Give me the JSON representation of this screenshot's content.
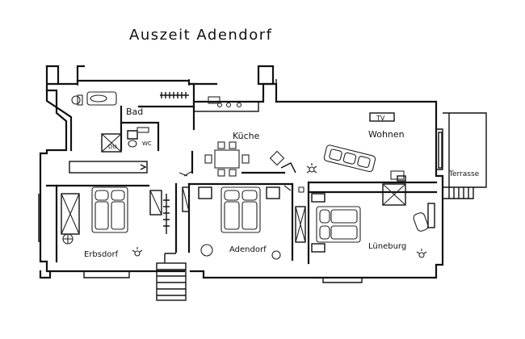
{
  "title": "Auszeit Adendorf",
  "rooms": {
    "bad": "Bad",
    "wc": "WC",
    "du": "DU",
    "kueche": "Küche",
    "wohnen": "Wohnen",
    "tv": "TV",
    "terrasse": "Terrasse",
    "erbsdorf": "Erbsdorf",
    "adendorf": "Adendorf",
    "lueneburg": "Lüneburg"
  },
  "icons": [
    "toilet-icon",
    "sink-icon",
    "shower-icon",
    "bed-icon",
    "sofa-icon",
    "lamp-icon",
    "table-icon",
    "chair-icon",
    "stove-icon",
    "radiator-icon",
    "window-icon",
    "door-icon",
    "stairs-icon"
  ]
}
